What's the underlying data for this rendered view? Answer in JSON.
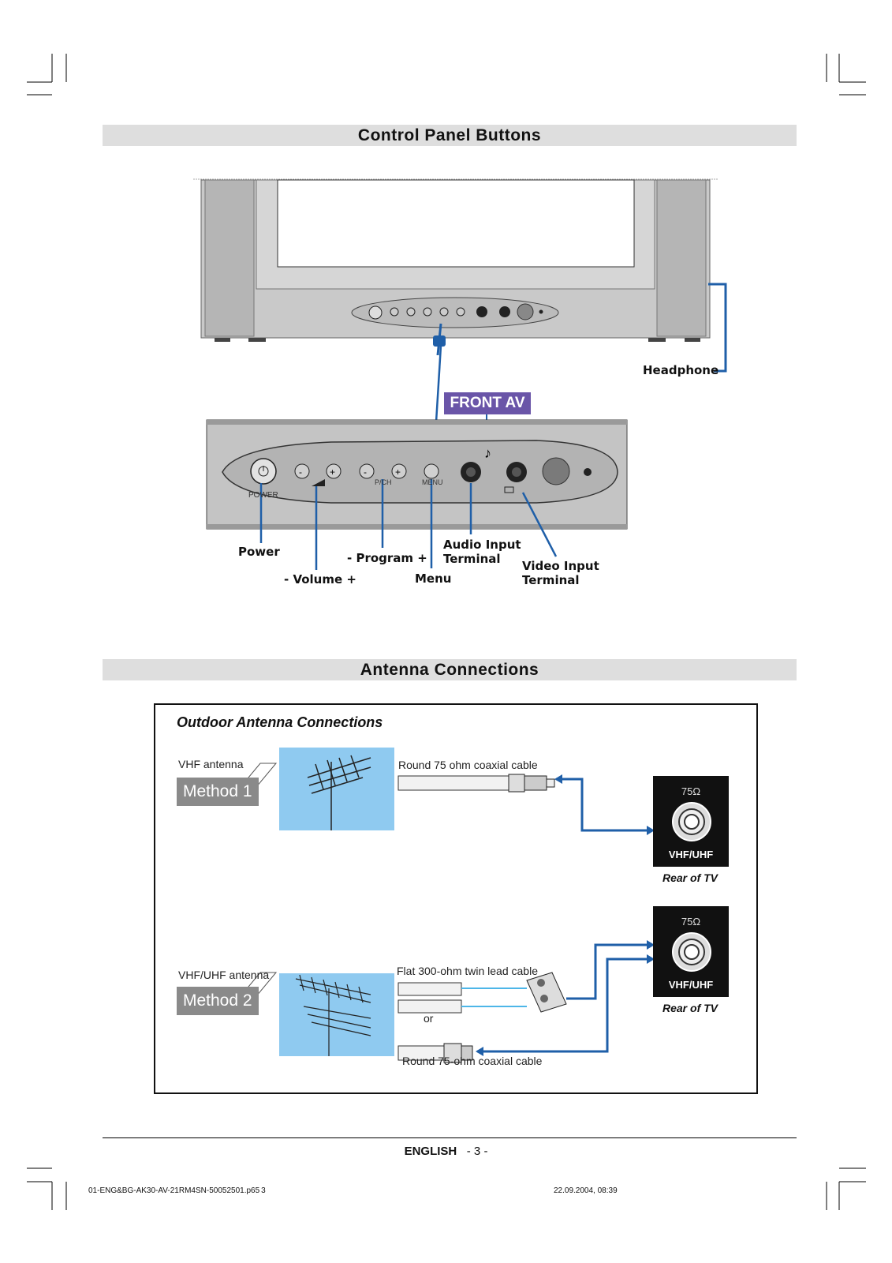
{
  "sections": {
    "control_title": "Control Panel Buttons",
    "antenna_title": "Antenna Connections"
  },
  "control_panel": {
    "front_av": "FRONT AV",
    "headphone": "Headphone",
    "panel_text": {
      "power": "POWER",
      "pch": "P/CH",
      "menu": "MENU"
    },
    "labels": {
      "power": "Power",
      "volume": "- Volume +",
      "program": "- Program +",
      "menu": "Menu",
      "audio_line1": "Audio Input",
      "audio_line2": "Terminal",
      "video_line1": "Video Input",
      "video_line2": "Terminal"
    }
  },
  "antenna": {
    "box_title": "Outdoor Antenna Connections",
    "method1": {
      "antenna_label": "VHF antenna",
      "method_label": "Method 1",
      "cable_label": "Round 75 ohm coaxial cable"
    },
    "method2": {
      "antenna_label": "VHF/UHF antenna",
      "method_label": "Method 2",
      "cable_flat": "Flat 300-ohm twin lead cable",
      "or": "or",
      "cable_round": "Round 75-ohm coaxial cable"
    },
    "socket": {
      "ohm": "75Ω",
      "type": "VHF/UHF",
      "rear": "Rear of TV"
    }
  },
  "footer": {
    "language": "ENGLISH",
    "page": "- 3 -",
    "file": "01-ENG&BG-AK30-AV-21RM4SN-50052501.p65",
    "page_no": "3",
    "date": "22.09.2004, 08:39"
  },
  "colors": {
    "accent_blue": "#1f5fa8",
    "front_av_bg": "#6a55a8",
    "sky_blue": "#8fcaf0",
    "section_bar": "#dedede"
  }
}
